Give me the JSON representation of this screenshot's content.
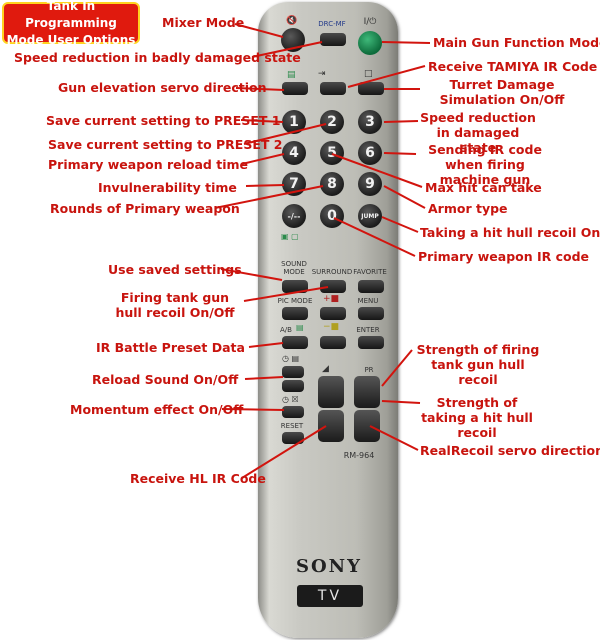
{
  "title": {
    "line1": "Tank In Programming",
    "line2": "Mode User Options"
  },
  "remote": {
    "brand": "SONY",
    "device": "TV",
    "model": "RM-964",
    "button_labels": {
      "drc_mf": "DRC-MF",
      "power": "I/⏻",
      "n1": "1",
      "n2": "2",
      "n3": "3",
      "n4": "4",
      "n5": "5",
      "n6": "6",
      "n7": "7",
      "n8": "8",
      "n9": "9",
      "n0": "0",
      "dash": "-/--",
      "jump": "JUMP",
      "sound_mode": "SOUND MODE",
      "surround": "SURROUND",
      "favorite": "FAVORITE",
      "pic_mode": "PIC MODE",
      "menu": "MENU",
      "ab": "A/B",
      "enter": "ENTER",
      "reset": "RESET",
      "pr": "PR"
    }
  },
  "callouts": {
    "mixer_mode": "Mixer Mode",
    "speed_reduction_badly": "Speed reduction in badly damaged state",
    "main_gun_function": "Main Gun Function Mode",
    "receive_tamiya": "Receive TAMIYA IR Code",
    "turret_damage": "Turret Damage Simulation On/Off",
    "gun_elevation": "Gun elevation servo direction",
    "preset1": "Save current setting to PRESET 1",
    "preset2": "Save current setting to PRESET 2",
    "speed_reduction_damaged": "Speed reduction in damaged state",
    "sending_ir": "Sending IR code when firing  machine gun",
    "primary_reload": "Primary weapon reload time",
    "max_hit": "Max hit can take",
    "invulnerability": "Invulnerability time",
    "armor_type": "Armor type",
    "rounds_primary": "Rounds of Primary weapon",
    "hull_recoil_hit": "Taking a hit hull recoil On/Off",
    "primary_ir_code": "Primary weapon IR code",
    "use_saved": "Use saved settings",
    "firing_hull_recoil": "Firing tank gun hull recoil On/Off",
    "ir_battle_preset": "IR Battle Preset Data",
    "strength_firing": "Strength of firing tank gun hull recoil",
    "reload_sound": "Reload Sound On/Off",
    "strength_hit": "Strength of taking a hit hull recoil",
    "momentum": "Momentum effect On/Off",
    "realrecoil_servo": "RealRecoil servo direction",
    "receive_hl": "Receive HL IR Code"
  },
  "colors": {
    "callout_text": "#c8140e",
    "title_bg": "#e01a0e",
    "title_border": "#ffd21f",
    "power_button": "#1f9a5a"
  }
}
